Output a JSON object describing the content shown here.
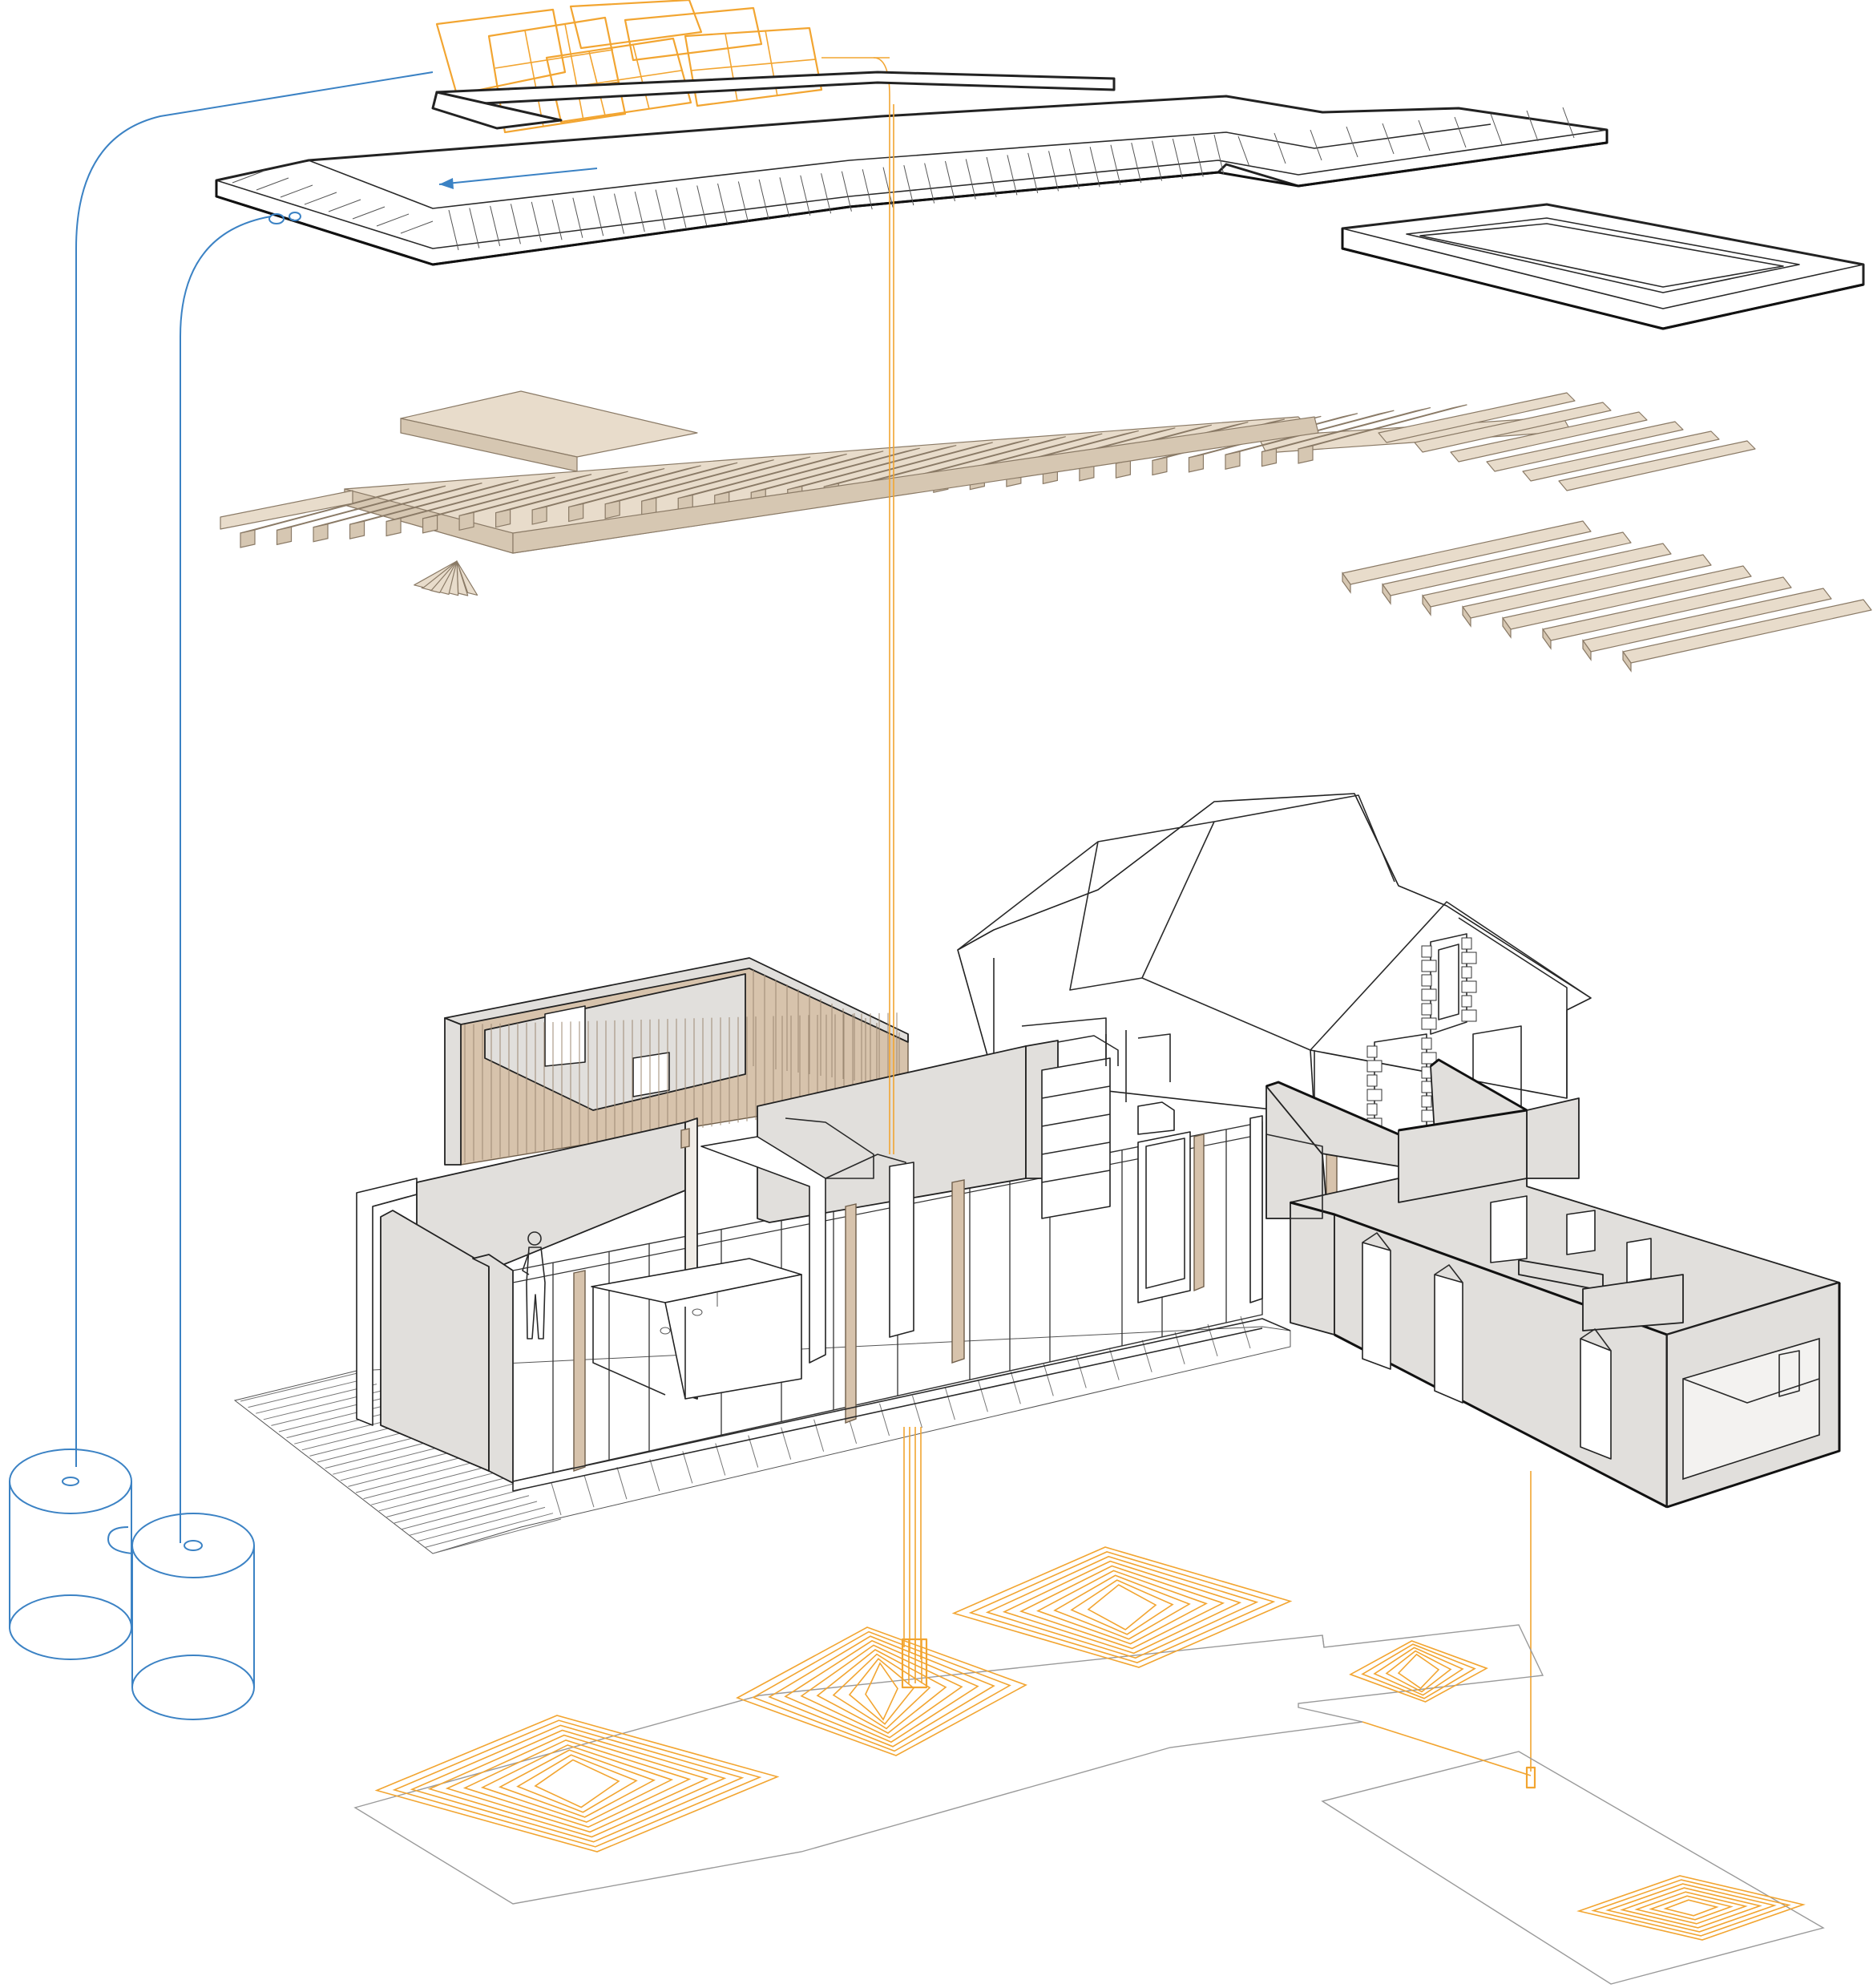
{
  "colors": {
    "line": "#2a2a2a",
    "wall_fill": "#e1dfdc",
    "timber": "#e8dccb",
    "water_pipes": "#3b82c4",
    "heating_and_solar": "#f2a531",
    "background": "#ffffff"
  },
  "layers": [
    {
      "name": "solar-panels"
    },
    {
      "name": "roof-slab"
    },
    {
      "name": "garage-roof-slab"
    },
    {
      "name": "timber-roof-structure"
    },
    {
      "name": "garage-timber-joists"
    },
    {
      "name": "ground-floor-extension"
    },
    {
      "name": "existing-house"
    },
    {
      "name": "underfloor-heating"
    },
    {
      "name": "rainwater-tanks"
    }
  ],
  "icons": [
    "flow-arrow-icon",
    "person-figure-icon",
    "pipe-outlet-icon"
  ]
}
